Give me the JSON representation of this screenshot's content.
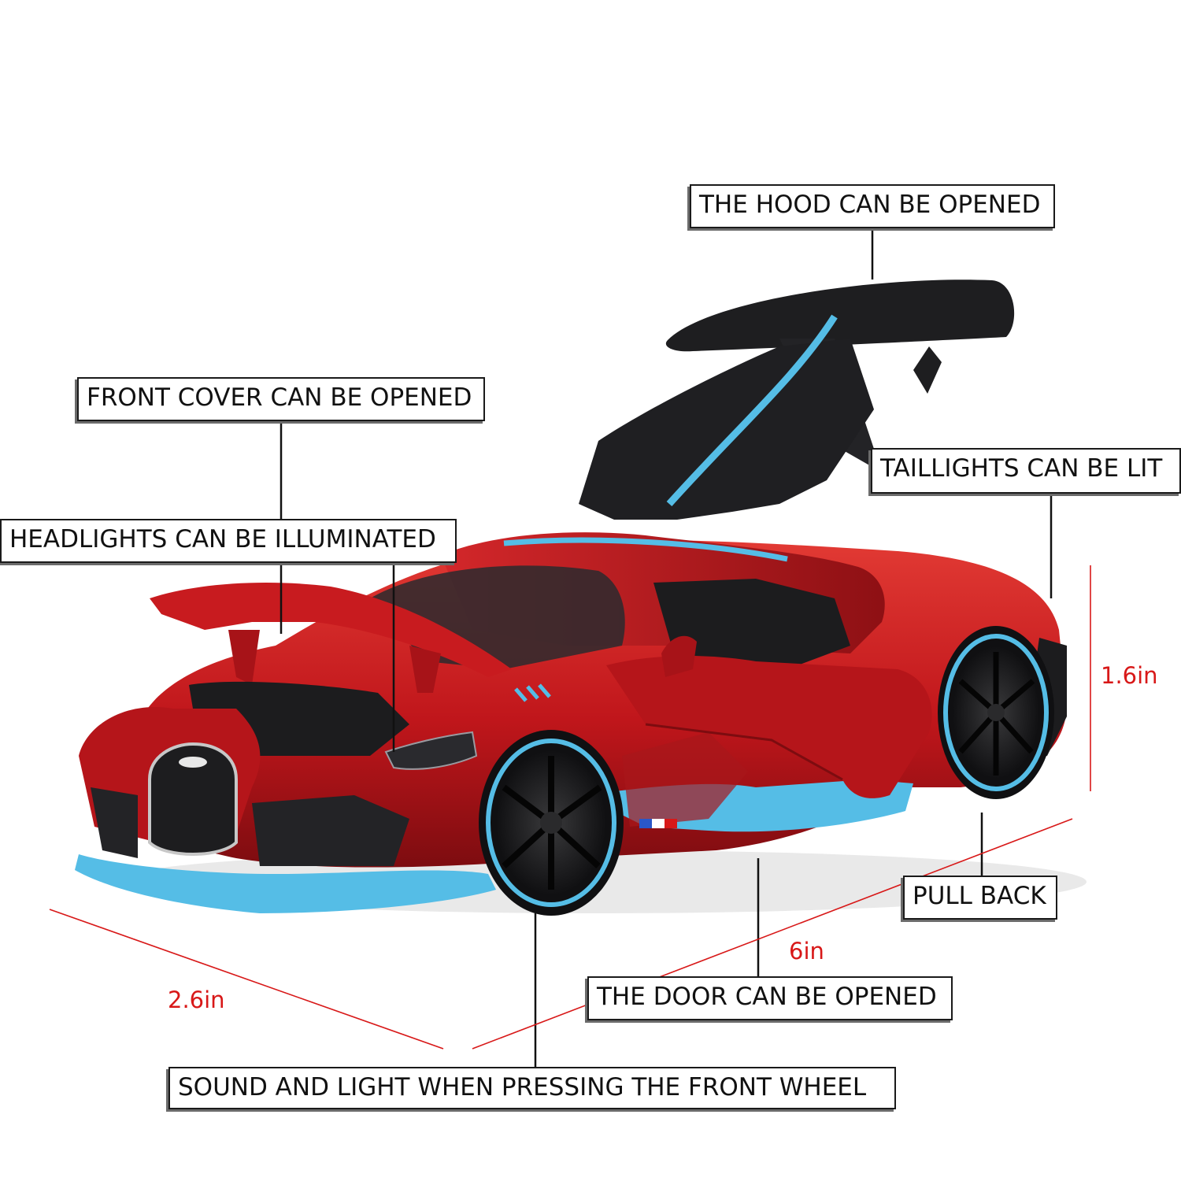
{
  "callouts": {
    "hood": "THE HOOD CAN BE OPENED",
    "front_cover": "FRONT COVER CAN BE OPENED",
    "headlights": "HEADLIGHTS CAN BE ILLUMINATED",
    "taillights": "TAILLIGHTS CAN BE LIT",
    "pull_back": "PULL BACK",
    "door": "THE DOOR CAN BE OPENED",
    "sound_light": "SOUND AND LIGHT WHEN PRESSING THE FRONT WHEEL"
  },
  "dimensions": {
    "height": "1.6in",
    "length": "6in",
    "width": "2.6in"
  },
  "colors": {
    "body": "#c0161b",
    "body_dark": "#7d0c10",
    "accent_blue": "#55bde6",
    "trim_black": "#1c1c1e",
    "dimension_red": "#d81818"
  }
}
